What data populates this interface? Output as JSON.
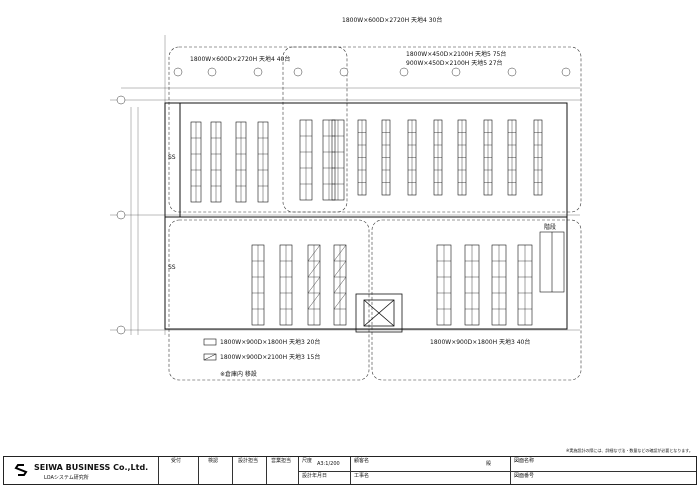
{
  "callouts": {
    "top": "1800W×600D×2720H 天地4 30台",
    "left": "1800W×600D×2720H 天地4 40台",
    "right1": "1800W×450D×2100H 天地5 75台",
    "right2": "900W×450D×2100H 天地5 27台",
    "bottom_right": "1800W×900D×1800H 天地3 40台"
  },
  "legend": {
    "item1": "1800W×900D×1800H 天地3 20台",
    "item2": "1800W×900D×2100H 天地3 15台",
    "footnote": "※倉庫内 移設"
  },
  "labels": {
    "stair": "階段",
    "ss1": "SS",
    "ss2": "SS"
  },
  "note_top_right": "※実施設計の際には、詳細な寸法・数量などの確認が必要となります。",
  "title_block": {
    "company": "SEIWA BUSINESS Co.,Ltd.",
    "division": "LOAシステム研究所",
    "h_accept": "受付",
    "h_check": "検認",
    "h_design": "設計担当",
    "h_sales": "営業担当",
    "h_scale": "尺度",
    "scale": "A3:1/200",
    "h_date": "設計年月日",
    "h_customer": "顧客名",
    "customer_suffix": "殿",
    "h_project": "工事名",
    "h_drawing_name": "図面名称",
    "h_drawing_no": "図面番号"
  }
}
